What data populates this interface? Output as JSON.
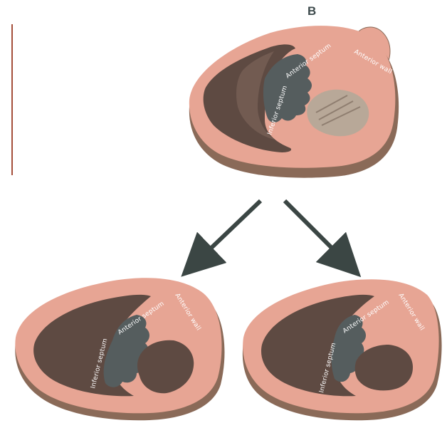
{
  "panel_label": "B",
  "colors": {
    "myocardium": "#e7a594",
    "myocardium_dark": "#c98472",
    "epicardium_shadow": "#8a6a58",
    "cavity": "#5e4a42",
    "cavity_light": "#7a6258",
    "septum_infarct": "#555d5e",
    "dyskinetic_region": "#b8a898",
    "arrow": "#3b4644",
    "text": "#ffffff"
  },
  "hearts": [
    {
      "id": "top",
      "labels": {
        "inferior_septum": "Inferior septum",
        "anterior_septum": "Anterior septum",
        "anterior_wall": "Anterior wall"
      }
    },
    {
      "id": "bottom-left",
      "labels": {
        "inferior_septum": "Inferior septum",
        "anterior_septum": "Anterior septum",
        "anterior_wall": "Anterior wall"
      }
    },
    {
      "id": "bottom-right",
      "labels": {
        "inferior_septum": "Inferior septum",
        "anterior_septum": "Anterior septum",
        "anterior_wall": "Anterior wall"
      }
    }
  ],
  "arrows": [
    {
      "id": "arrow-left",
      "direction": "down-left"
    },
    {
      "id": "arrow-right",
      "direction": "down-right"
    }
  ]
}
